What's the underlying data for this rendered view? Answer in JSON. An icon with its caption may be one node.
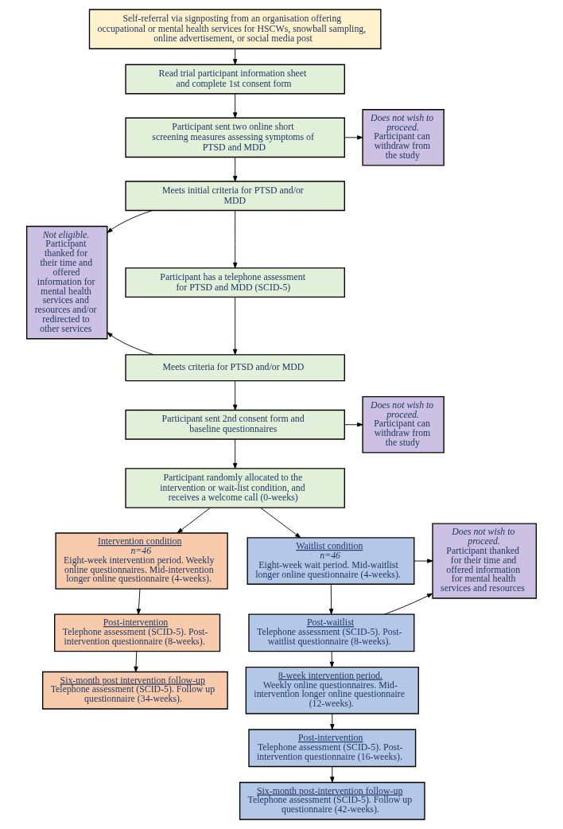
{
  "diagram": {
    "nodes": [
      {
        "text": [
          "Self-referral via signposting from an organisation offering occupational or mental health services for HSCWs, snowball sampling, online advertisement, or social media post"
        ]
      },
      {
        "text": [
          "Does not wish to proceed.",
          "Participant can withdraw from the study"
        ]
      },
      {
        "text": [
          "Read trial participant information sheet and complete 1st consent form"
        ]
      },
      {
        "text": [
          "Participant sent two online short screening measures assessing symptoms of PTSD and MDD"
        ]
      },
      {
        "text": [
          "Not eligible.",
          "Participant thanked for their time and offered information for mental health services and resources and/or redirected to other services"
        ]
      },
      {
        "text": [
          "Meets initial criteria for PTSD and/or MDD"
        ]
      },
      {
        "text": [
          "Participant has a telephone assessment for PTSD and MDD (SCID-5)"
        ]
      },
      {
        "text": [
          "Meets criteria for PTSD and/or MDD"
        ]
      },
      {
        "text": [
          "Does not wish to proceed.",
          "Participant can withdraw from the study"
        ]
      },
      {
        "text": [
          "Participant sent 2nd consent form and baseline questionnaires"
        ]
      },
      {
        "text": [
          "Participant randomly allocated to the intervention or wait-list condition, and receives a welcome call (0-weeks)"
        ]
      },
      {
        "text": [
          "Intervention condition",
          "n=46",
          "Eight-week intervention period. Weekly online questionnaires. Mid-intervention longer online questionnaire (4-weeks)."
        ]
      },
      {
        "text": [
          "Waitlist condition",
          "n=46",
          "Eight-week wait period. Mid-waitlist longer online questionnaire (4-weeks)."
        ]
      },
      {
        "text": [
          "Does not wish to proceed.",
          "Participant thanked for their time and offered information for mental health services and resources"
        ]
      },
      {
        "text": [
          "Post-intervention",
          "Telephone assessment (SCID-5). Post-intervention questionnaire (8-weeks)."
        ]
      },
      {
        "text": [
          "Post-waitlist",
          "Telephone assessment (SCID-5). Post-waitlist questionnaire (8-weeks)."
        ]
      },
      {
        "text": [
          "8-week intervention period.",
          "Weekly online questionnaires. Mid-intervention longer online questionnaire (12-weeks)."
        ]
      },
      {
        "text": [
          "Post-intervention",
          "Telephone assessment (SCID-5). Post-intervention questionnaire (16-weeks)."
        ]
      },
      {
        "text": [
          "Six-month post intervention follow-up",
          "Telephone assessment (SCID-5). Follow up questionnaire (34-weeks)."
        ]
      },
      {
        "text": [
          "Six-month post-intervention follow-up",
          "Telephone assessment (SCID-5). Follow up questionnaire (42-weeks)."
        ]
      }
    ],
    "edges": [
      {
        "from": 0,
        "to": 2,
        "arrow": "to"
      },
      {
        "from": 2,
        "to": 3,
        "arrow": "to"
      },
      {
        "from": 3,
        "to": 1,
        "arrow": "to"
      },
      {
        "from": 3,
        "to": 5,
        "arrow": "to"
      },
      {
        "from": 5,
        "to": 4,
        "arrow": "to"
      },
      {
        "from": 5,
        "to": 6,
        "arrow": "to"
      },
      {
        "from": 6,
        "to": 7,
        "arrow": "to"
      },
      {
        "from": 7,
        "to": 4,
        "arrow": "to"
      },
      {
        "from": 7,
        "to": 9,
        "arrow": "to"
      },
      {
        "from": 9,
        "to": 8,
        "arrow": "to"
      },
      {
        "from": 9,
        "to": 10,
        "arrow": "to"
      },
      {
        "from": 10,
        "to": 11,
        "arrow": "to"
      },
      {
        "from": 10,
        "to": 12,
        "arrow": "to"
      },
      {
        "from": 11,
        "to": 14,
        "arrow": "to"
      },
      {
        "from": 14,
        "to": 18,
        "arrow": "to"
      },
      {
        "from": 12,
        "to": 13,
        "arrow": "to"
      },
      {
        "from": 12,
        "to": 15,
        "arrow": "to"
      },
      {
        "from": 15,
        "to": 13,
        "arrow": "to"
      },
      {
        "from": 15,
        "to": 16,
        "arrow": "to"
      },
      {
        "from": 16,
        "to": 17,
        "arrow": "to"
      },
      {
        "from": 17,
        "to": 19,
        "arrow": "to"
      }
    ]
  }
}
